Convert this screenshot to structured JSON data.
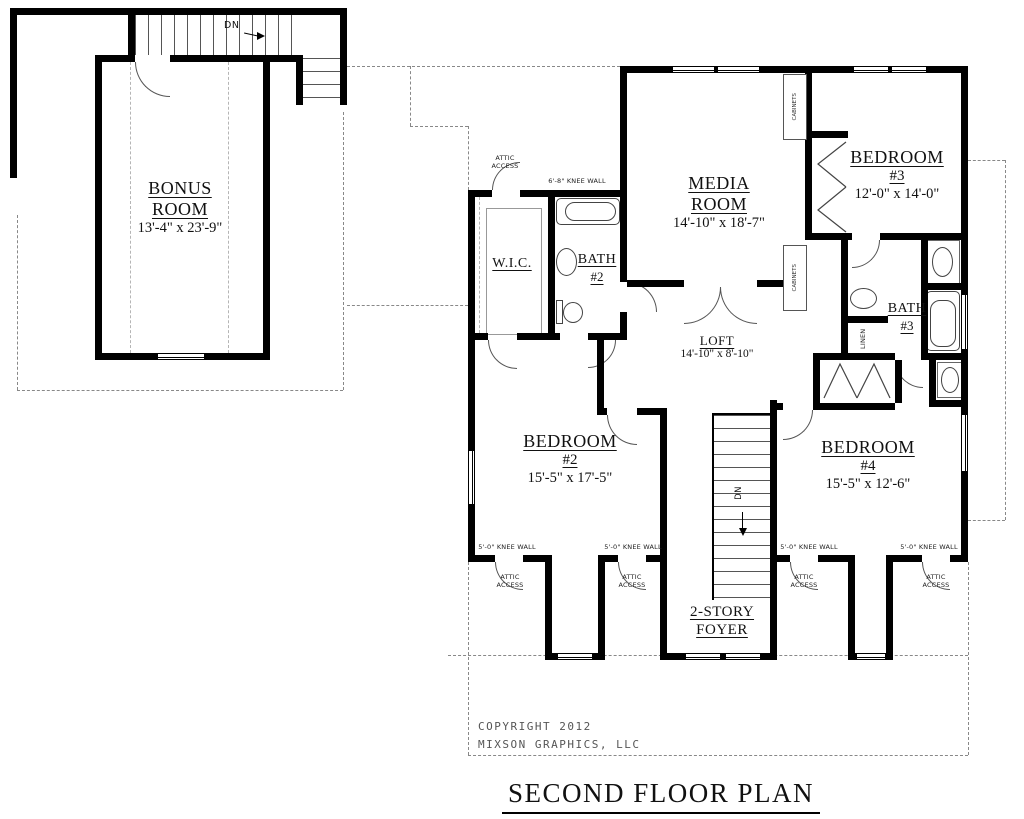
{
  "title": "SECOND FLOOR PLAN",
  "footer": {
    "copyright_line1": "COPYRIGHT  2012",
    "copyright_line2": "MIXSON  GRAPHICS,  LLC"
  },
  "rooms": {
    "bonus": {
      "name_line1": "BONUS",
      "name_line2": "ROOM",
      "dims": "13'-4\" x 23'-9\""
    },
    "media": {
      "name_line1": "MEDIA",
      "name_line2": "ROOM",
      "dims": "14'-10\" x 18'-7\""
    },
    "bedroom3": {
      "name": "BEDROOM",
      "number": "#3",
      "dims": "12'-0\" x 14'-0\""
    },
    "bedroom2": {
      "name": "BEDROOM",
      "number": "#2",
      "dims": "15'-5\" x 17'-5\""
    },
    "bedroom4": {
      "name": "BEDROOM",
      "number": "#4",
      "dims": "15'-5\" x 12'-6\""
    },
    "bath2": {
      "name": "BATH",
      "number": "#2"
    },
    "bath3": {
      "name": "BATH",
      "number": "#3"
    },
    "wic": {
      "name": "W.I.C."
    },
    "loft": {
      "name": "LOFT",
      "dims": "14'-10\" x 8'-10\""
    },
    "foyer": {
      "name_line1": "2-STORY",
      "name_line2": "FOYER"
    },
    "linen": {
      "name": "LINEN"
    }
  },
  "annotations": {
    "dn": "DN",
    "attic_access_line1": "ATTIC",
    "attic_access_line2": "ACCESS",
    "knee_wall_6_8": "6'-8\" KNEE WALL",
    "knee_wall_5_0": "5'-0\" KNEE WALL",
    "cabinets": "CABINETS"
  }
}
